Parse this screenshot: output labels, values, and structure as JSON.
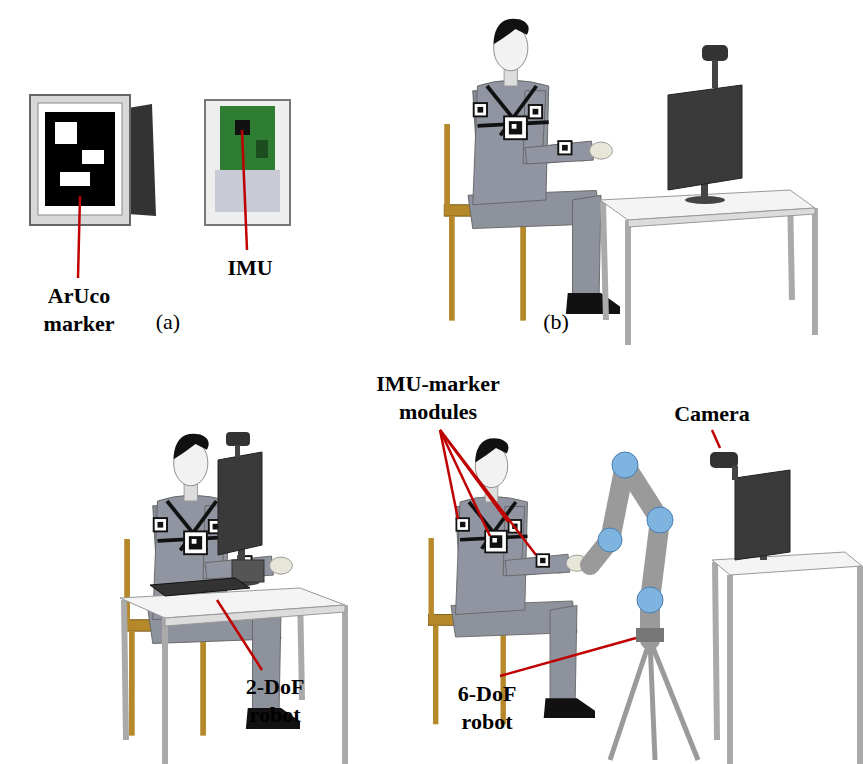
{
  "diagram": {
    "labels": [
      "ArUco marker",
      "IMU",
      "(a)",
      "(b)",
      "IMU-marker modules",
      "Camera",
      "2-DoF robot",
      "6-DoF robot"
    ]
  }
}
